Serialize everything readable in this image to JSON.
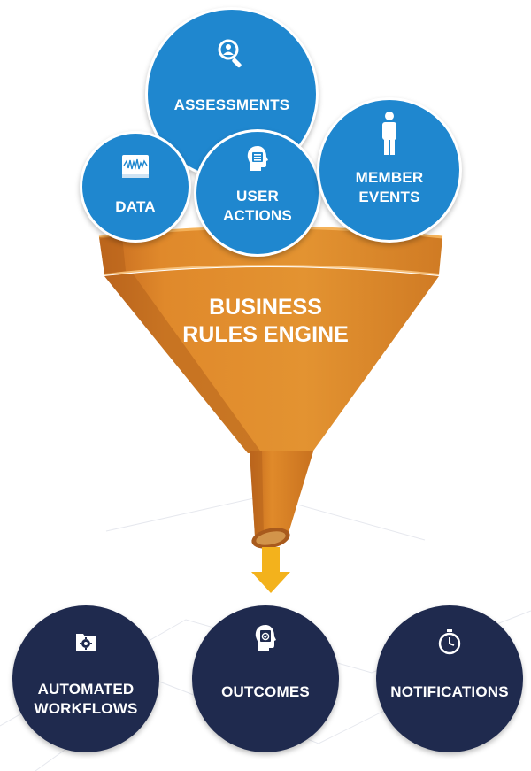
{
  "inputs": {
    "assessments": {
      "label": "ASSESSMENTS",
      "icon": "search-person-icon"
    },
    "data": {
      "label": "DATA",
      "icon": "waveform-document-icon"
    },
    "user_actions": {
      "label_line1": "USER",
      "label_line2": "ACTIONS",
      "icon": "head-list-icon"
    },
    "member_events": {
      "label_line1": "MEMBER",
      "label_line2": "EVENTS",
      "icon": "person-icon"
    }
  },
  "engine": {
    "line1": "BUSINESS",
    "line2": "RULES ENGINE"
  },
  "outputs": {
    "workflows": {
      "label_line1": "AUTOMATED",
      "label_line2": "WORKFLOWS",
      "icon": "folder-gear-icon"
    },
    "outcomes": {
      "label": "OUTCOMES",
      "icon": "head-check-icon"
    },
    "notifications": {
      "label": "NOTIFICATIONS",
      "icon": "stopwatch-icon"
    }
  },
  "colors": {
    "input_circle": "#1f87cf",
    "output_circle": "#1f2a4e",
    "funnel": "#d98427",
    "funnel_dark": "#b5621b",
    "arrow": "#f3b21c"
  }
}
